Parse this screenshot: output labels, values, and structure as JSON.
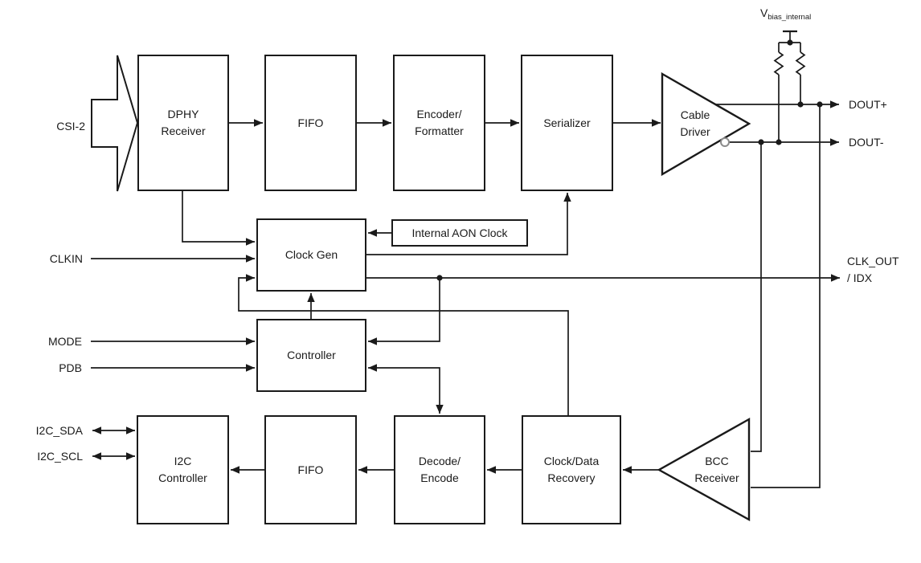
{
  "diagram": {
    "title_hint": "serializer-block-diagram",
    "blocks": {
      "dphy_receiver": "DPHY\nReceiver",
      "fifo_top": "FIFO",
      "encoder_formatter": "Encoder/\nFormatter",
      "serializer": "Serializer",
      "cable_driver": "Cable\nDriver",
      "internal_aon_clock": "Internal AON Clock",
      "clock_gen": "Clock Gen",
      "controller": "Controller",
      "i2c_controller": "I2C\nController",
      "fifo_bottom": "FIFO",
      "decode_encode": "Decode/\nEncode",
      "clock_data_recovery": "Clock/Data\nRecovery",
      "bcc_receiver": "BCC\nReceiver"
    },
    "pins": {
      "csi2": "CSI-2",
      "clkin": "CLKIN",
      "mode": "MODE",
      "pdb": "PDB",
      "i2c_sda": "I2C_SDA",
      "i2c_scl": "I2C_SCL",
      "dout_plus": "DOUT+",
      "dout_minus": "DOUT-",
      "clk_out_idx": "CLK_OUT\n/ IDX",
      "vbias": {
        "main": "V",
        "sub": "bias_internal"
      }
    },
    "colors": {
      "line": "#1a1a1a",
      "background": "#ffffff",
      "inverter_bubble": "#8c8c8c"
    }
  }
}
